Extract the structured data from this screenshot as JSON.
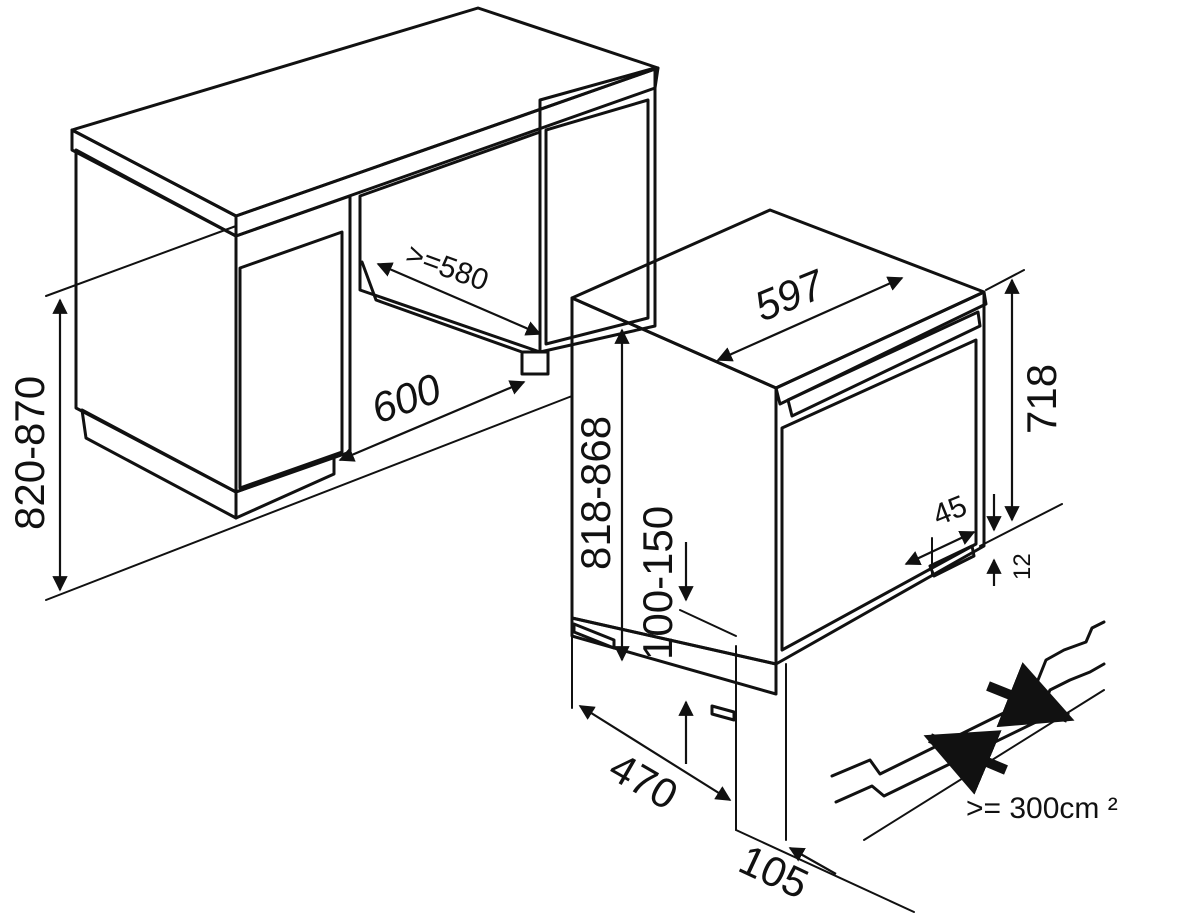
{
  "diagram": {
    "labels": {
      "cabinet_height": "820-870",
      "niche_depth": ">=580",
      "niche_width": "600",
      "appliance_width": "597",
      "appliance_height": "818-868",
      "plinth_height": "100-150",
      "door_height": "718",
      "handle_offset": "45",
      "bottom_gap": "12",
      "base_depth": "470",
      "plinth_setback": "105",
      "ventilation": ">= 300cm ²"
    },
    "colors": {
      "panel_fill": "#c8c8c8",
      "light_fill": "#e2e2e2",
      "line": "#111111"
    }
  }
}
